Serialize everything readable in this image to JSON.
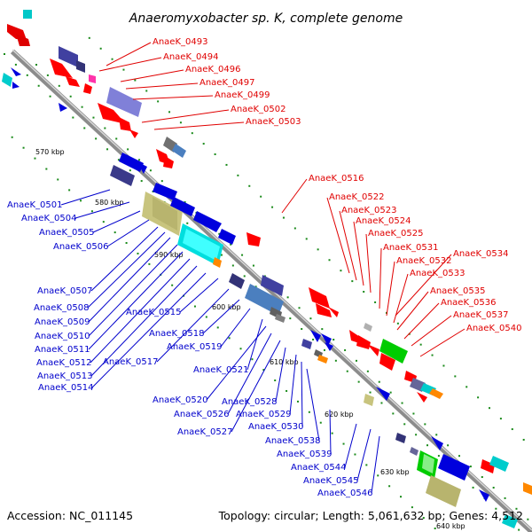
{
  "title": "Anaeromyxobacter sp. K, complete genome",
  "accession": "Accession: NC_011145",
  "topology": "Topology: circular; Length: 5,061,632 bp; Genes: 4,512",
  "colors": {
    "top_labels": "#e00000",
    "bottom_labels": "#0000cc",
    "backbone": "#8c8c8c",
    "ticks": "#1a8a1a"
  },
  "kbp_ticks": [
    "570 kbp",
    "580 kbp",
    "590 kbp",
    "600 kbp",
    "610 kbp",
    "620 kbp",
    "630 kbp",
    "640 kbp"
  ],
  "labels_top": [
    "AnaeK_0493",
    "AnaeK_0494",
    "AnaeK_0496",
    "AnaeK_0497",
    "AnaeK_0499",
    "AnaeK_0502",
    "AnaeK_0503",
    "AnaeK_0516",
    "AnaeK_0522",
    "AnaeK_0523",
    "AnaeK_0524",
    "AnaeK_0525",
    "AnaeK_0531",
    "AnaeK_0532",
    "AnaeK_0534",
    "AnaeK_0533",
    "AnaeK_0535",
    "AnaeK_0536",
    "AnaeK_0537",
    "AnaeK_0540"
  ],
  "labels_bottom": [
    "AnaeK_0501",
    "AnaeK_0504",
    "AnaeK_0505",
    "AnaeK_0506",
    "AnaeK_0507",
    "AnaeK_0508",
    "AnaeK_0509",
    "AnaeK_0510",
    "AnaeK_0511",
    "AnaeK_0512",
    "AnaeK_0513",
    "AnaeK_0514",
    "AnaeK_0515",
    "AnaeK_0517",
    "AnaeK_0518",
    "AnaeK_0519",
    "AnaeK_0521",
    "AnaeK_0520",
    "AnaeK_0526",
    "AnaeK_0527",
    "AnaeK_0528",
    "AnaeK_0529",
    "AnaeK_0530",
    "AnaeK_0538",
    "AnaeK_0539",
    "AnaeK_0544",
    "AnaeK_0545",
    "AnaeK_0546"
  ]
}
